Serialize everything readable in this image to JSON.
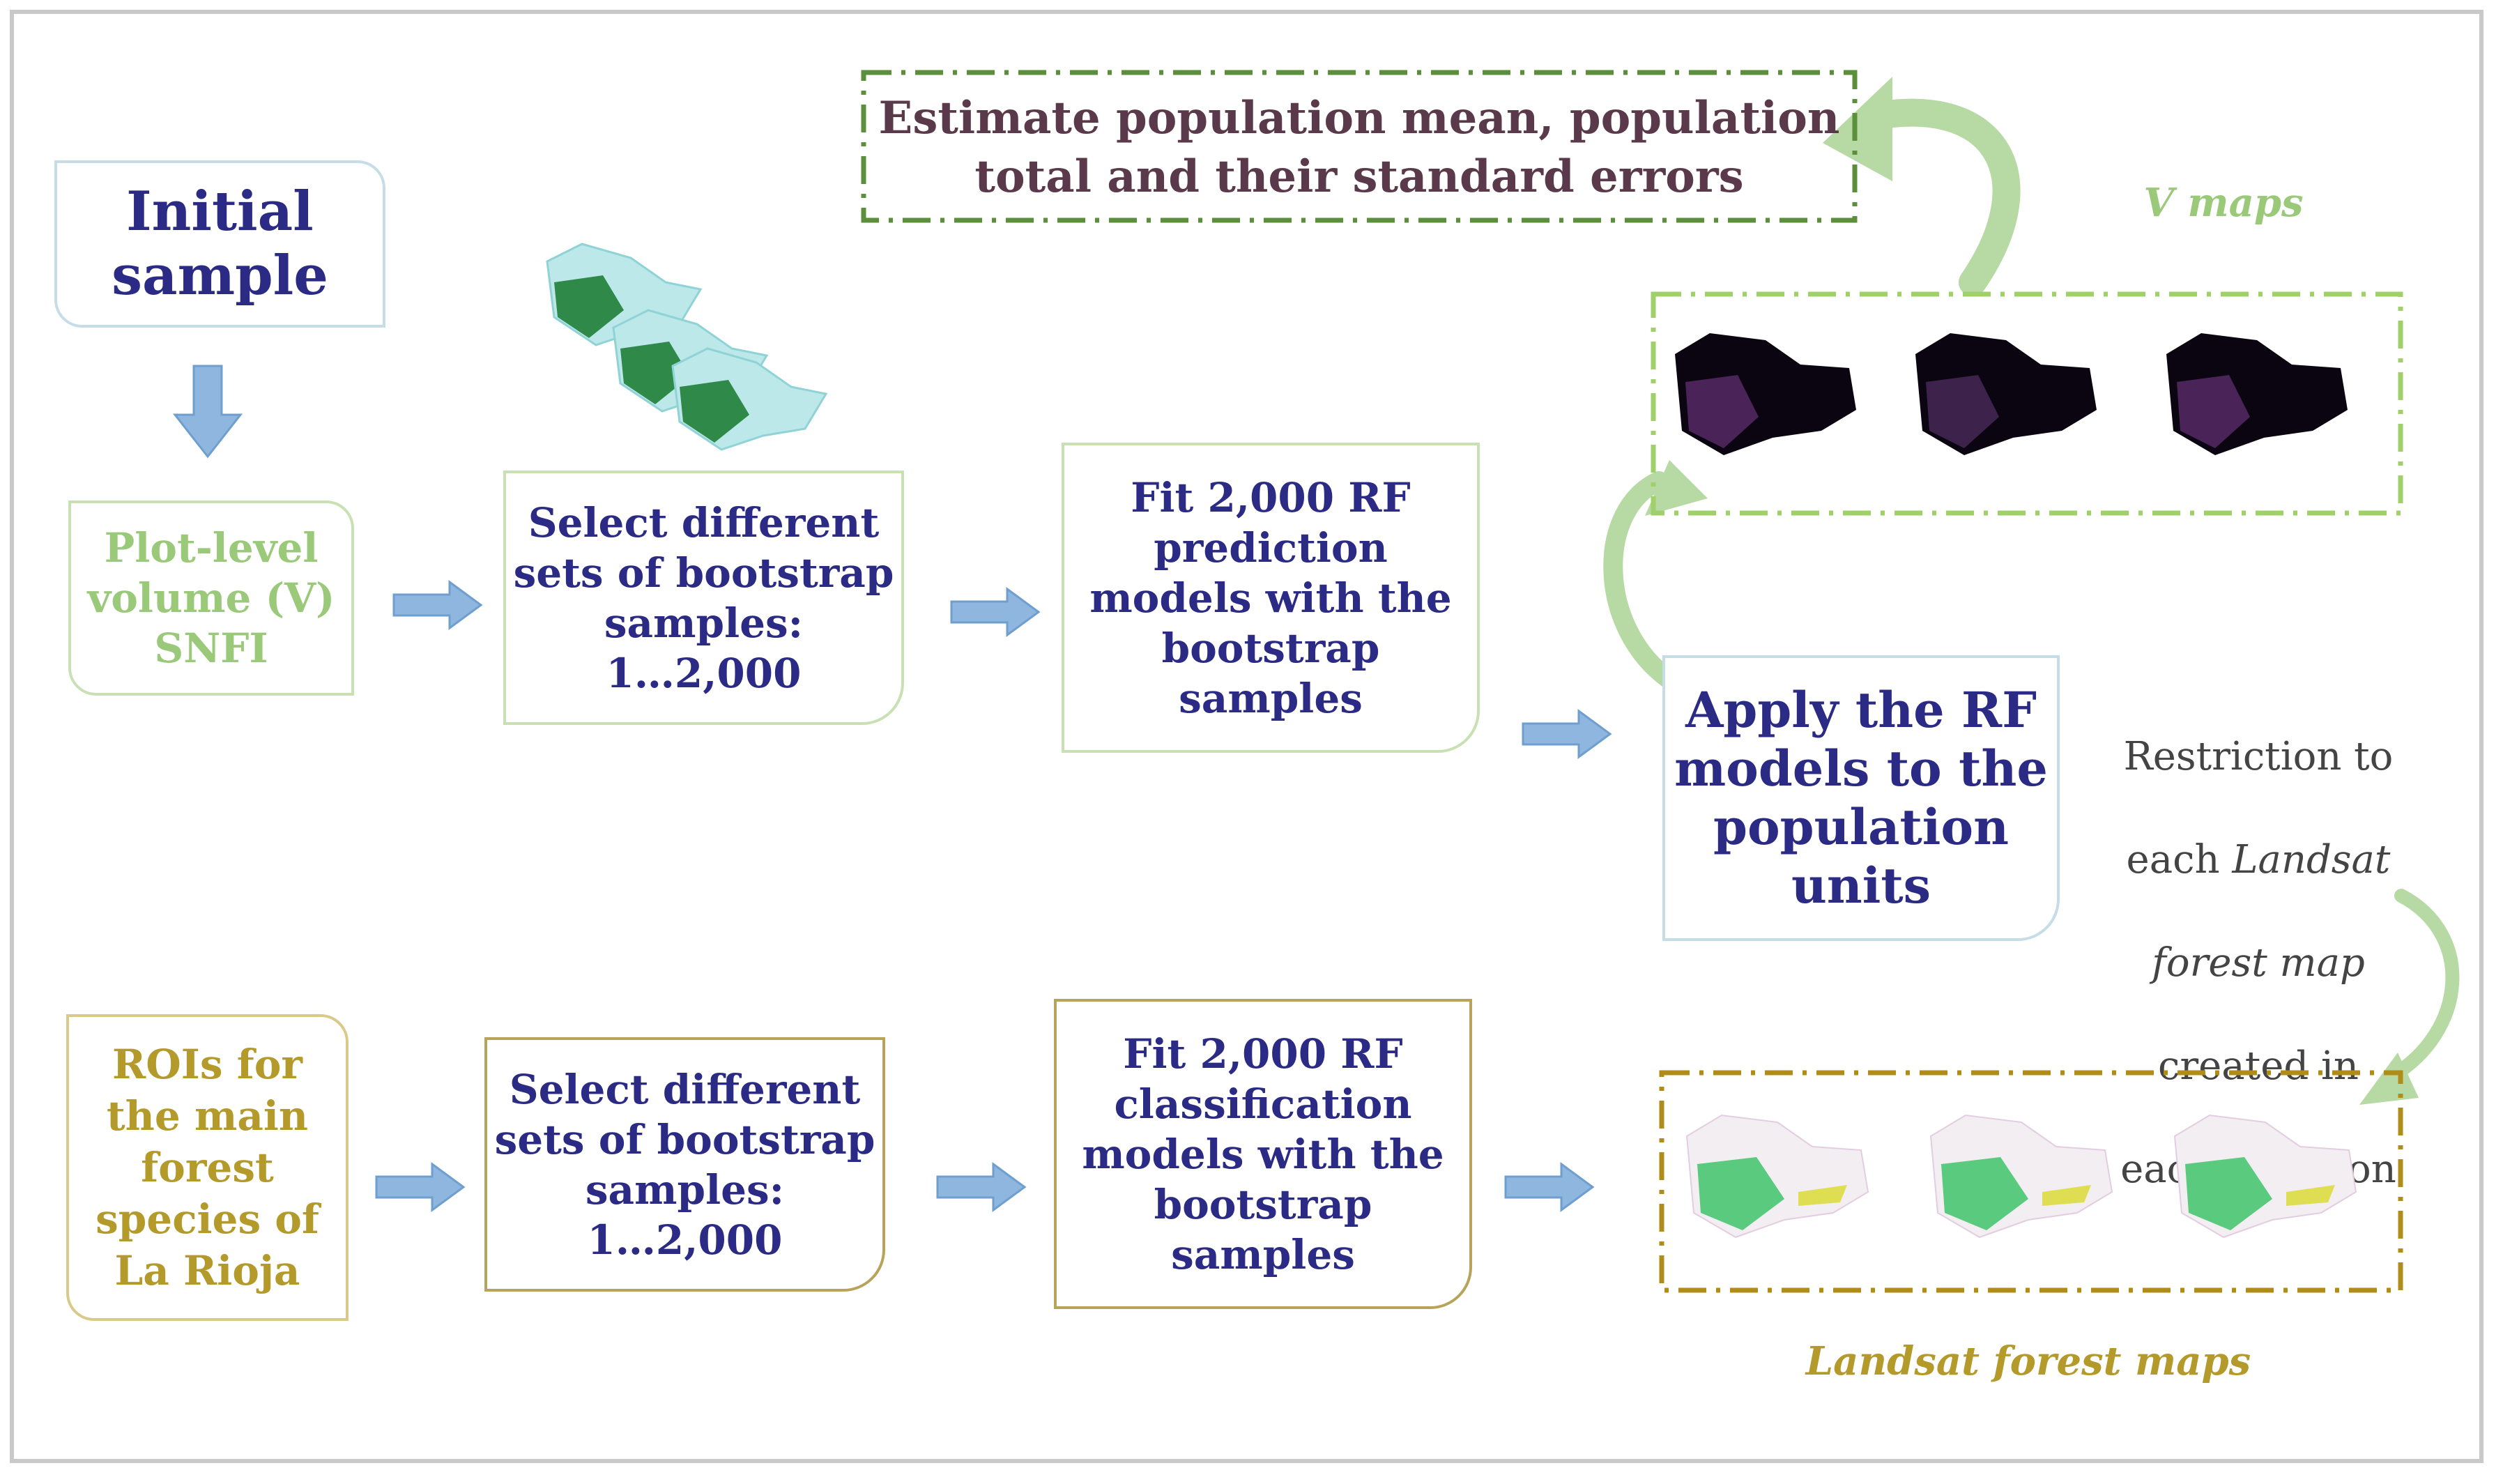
{
  "nodes": {
    "initial_sample": "Initial\nsample",
    "plot_level": "Plot-level\nvolume (V)\nSNFI",
    "select_boot_top": "Select different\nsets of bootstrap\nsamples:\n1…2,000",
    "fit_prediction": "Fit 2,000 RF\nprediction\nmodels with the\nbootstrap\nsamples",
    "apply_rf": "Apply the RF\nmodels to the\npopulation\nunits",
    "estimate": "Estimate population  mean, population\ntotal and their standard errors",
    "rois": "ROIs for\nthe main\nforest\nspecies of\nLa Rioja",
    "select_boot_bottom": "Select different\nsets of bootstrap\nsamples:\n1…2,000",
    "fit_classification": "Fit 2,000 RF\nclassification\nmodels with the\nbootstrap\nsamples"
  },
  "labels": {
    "v_maps": "V maps",
    "landsat_maps": "Landsat forest maps",
    "restriction_line1": "Restriction to",
    "restriction_each": "each ",
    "restriction_landsat": "Landsat",
    "restriction_forest_map": "forest map",
    "restriction_created": "created in",
    "restriction_iteration": "each iteration"
  },
  "icons": {
    "bootstrap_maps": "stacked-map-thumbnails",
    "v_maps": "dark-volume-map-thumbnails",
    "landsat_maps": "green-classification-map-thumbnails"
  },
  "colors": {
    "text_navy": "#2b2b86",
    "text_green": "#9bc97a",
    "text_olive": "#b39a2a",
    "text_estimate": "#5a3a4a",
    "arrow_blue": "#8eb6df",
    "arrow_green": "#b7d9a3",
    "dash_green": "#5c8f3c",
    "dash_lime": "#9fd06a",
    "dash_olive": "#b08d1a"
  }
}
